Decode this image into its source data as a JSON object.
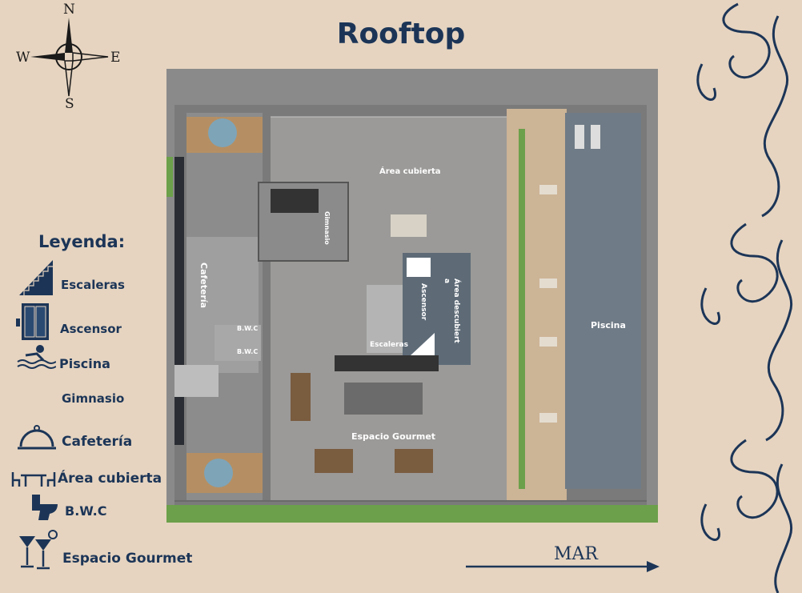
{
  "page": {
    "title": "Rooftop",
    "sea_label": "MAR"
  },
  "compass": {
    "north": "N",
    "south": "S",
    "east": "E",
    "west": "W"
  },
  "legend": {
    "title": "Leyenda:",
    "items": [
      {
        "label": "Escaleras",
        "icon": "stairs-icon"
      },
      {
        "label": "Ascensor",
        "icon": "elevator-icon"
      },
      {
        "label": "Piscina",
        "icon": "swimmer-icon"
      },
      {
        "label": "Gimnasio",
        "icon": "gym-icon"
      },
      {
        "label": "Cafetería",
        "icon": "cloche-icon"
      },
      {
        "label": "Área cubierta",
        "icon": "table-chairs-icon"
      },
      {
        "label": "B.W.C",
        "icon": "toilet-icon"
      },
      {
        "label": "Espacio Gourmet",
        "icon": "cocktail-icon"
      }
    ]
  },
  "plan": {
    "area_cubierta": "Área cubierta",
    "gimnasio": "Gimnasio",
    "cafeteria": "Cafetería",
    "ascensor": "Ascensor",
    "area_descubierta": "Área descubierta",
    "escaleras": "Escaleras",
    "bwc_1": "B.W.C",
    "bwc_2": "B.W.C",
    "piscina": "Piscina",
    "espacio_gourmet": "Espacio Gourmet"
  },
  "colors": {
    "background": "#e6d4c0",
    "navy": "#1c3557",
    "pool": "#6f7b86",
    "deck": "#ccb496",
    "grass": "#6ca04a"
  }
}
